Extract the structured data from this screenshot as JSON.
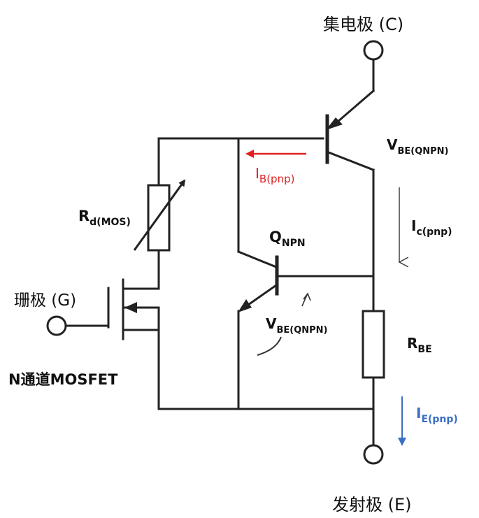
{
  "labels": {
    "collector": {
      "main": "集电极 (C)"
    },
    "emitter": {
      "main": "发射极 (E)"
    },
    "gate": {
      "main": "珊极 (G)"
    },
    "mosfet": {
      "main": "N通道MOSFET"
    },
    "rd": {
      "main": "R",
      "sub": "d(MOS)"
    },
    "qnpn": {
      "main": "Q",
      "sub": "NPN"
    },
    "vbe_top": {
      "main": "V",
      "sub": "BE(QNPN)"
    },
    "vbe_mid": {
      "main": "V",
      "sub": "BE(QNPN)"
    },
    "ib": {
      "main": "I",
      "sub": "B(pnp)"
    },
    "ic": {
      "main": "I",
      "sub": "c(pnp)"
    },
    "rbe": {
      "main": "R",
      "sub": "BE"
    },
    "ie": {
      "main": "I",
      "sub": "E(pnp)"
    }
  },
  "colors": {
    "wire": "#222222",
    "ib": "#e02020",
    "ie": "#3a6fc4",
    "text": "#111111"
  }
}
